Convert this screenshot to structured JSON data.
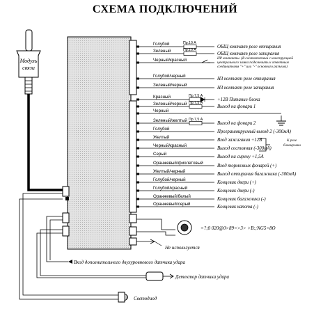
{
  "title": "СХЕМА ПОДКЛЮЧЕНИЙ",
  "module_label": [
    "Модуль",
    "связи"
  ],
  "wires": [
    {
      "color": "Голубой",
      "fuse": "Пр.10 А",
      "function": "ОБЩ контакт реле отпирания"
    },
    {
      "color": "Зеленый",
      "fuse": "Пр.10 А",
      "function": "ОБЩ контакт реле запирания"
    },
    {
      "color": "Черный/красный",
      "fuse": "",
      "function": "НР контакты. (В соответствии с конструкцией центрального замка подключить к ответным соединителям \"+\" или \"-\" основного разъема)"
    },
    {
      "color": "Голубой/черный",
      "fuse": "",
      "function": "НЗ контакт реле отпирания"
    },
    {
      "color": "Зеленый/черный",
      "fuse": "",
      "function": "НЗ контакт реле запирания"
    },
    {
      "color": "Красный",
      "fuse": "Пр.7,5 А",
      "function": "+12В Питание блока"
    },
    {
      "color": "Зеленый/черный",
      "fuse": "Пр.7,5 А",
      "function": "Выход на фонари 1"
    },
    {
      "color": "Черный",
      "fuse": "",
      "function": ""
    },
    {
      "color": "Зеленый/желтый",
      "fuse": "Пр.7,5 А",
      "function": "Выход на фонари 2"
    },
    {
      "color": "Голубой",
      "fuse": "",
      "function": "Программируемый выход 2 (-300мА)"
    },
    {
      "color": "Желтый",
      "fuse": "",
      "function": "Вход зажигания +12В"
    },
    {
      "color": "Черный/красный",
      "fuse": "",
      "function": "Выход состояния (-300мА)"
    },
    {
      "color": "Серый",
      "fuse": "",
      "function": "Выход на сирену +1,5А"
    },
    {
      "color": "Оранжевый/фиолетовый",
      "fuse": "",
      "function": "Вход тормозных фонарей (+)"
    },
    {
      "color": "Желтый/черный",
      "fuse": "",
      "function": "Выход отпирания багажника (-300мА)"
    },
    {
      "color": "Голубой/черный",
      "fuse": "",
      "function": "Концевик двери (+)"
    },
    {
      "color": "Голубой/красный",
      "fuse": "",
      "function": "Концевик двери (-)"
    },
    {
      "color": "Оранжевый/белый",
      "fuse": "",
      "function": "Концевик багажника (-)"
    },
    {
      "color": "Оранжевый/серый",
      "fuse": "",
      "function": "Концевик капота (-)"
    }
  ],
  "immobilizer_label": [
    "К реле",
    "блокировки"
  ],
  "garbled_label": "=?;0 020@0>89=>3> >B:;NG5=8O",
  "not_used_label": "Не используется",
  "dual_sensor_label": "Вход дополнительного двухуровневого датчика удара",
  "shock_sensor_label": "Детектор датчика удара",
  "led_label": "Светодиод"
}
